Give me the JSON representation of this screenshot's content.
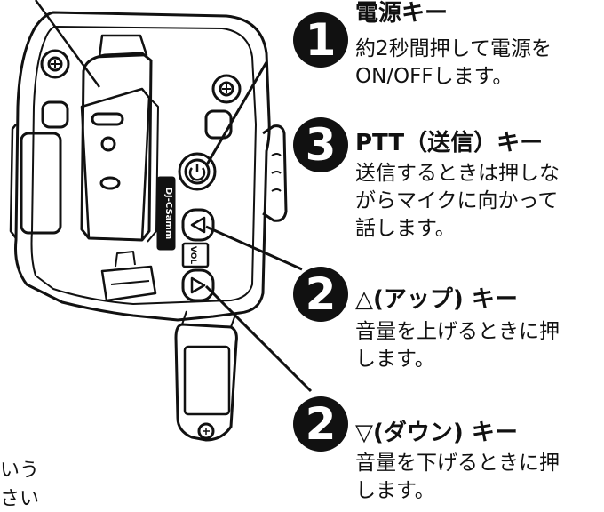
{
  "callouts": {
    "power": {
      "number": "1",
      "title": "電源キー",
      "desc": "約2秒間押して電源を\nON/OFFします。"
    },
    "ptt": {
      "number": "3",
      "title": "PTT（送信）キー",
      "desc": "送信するときは押しな\nがらマイクに向かって\n話します。"
    },
    "up": {
      "number": "2",
      "title": "△(アップ) キー",
      "desc": "音量を上げるときに押\nします。"
    },
    "down": {
      "number": "2",
      "title": "▽(ダウン) キー",
      "desc": "音量を下げるときに押\nします。"
    }
  },
  "device": {
    "vol_label": "VOL",
    "brand": "DJ-CSamm"
  },
  "cutoff_text": {
    "line1": "いう",
    "line2": "さい"
  }
}
